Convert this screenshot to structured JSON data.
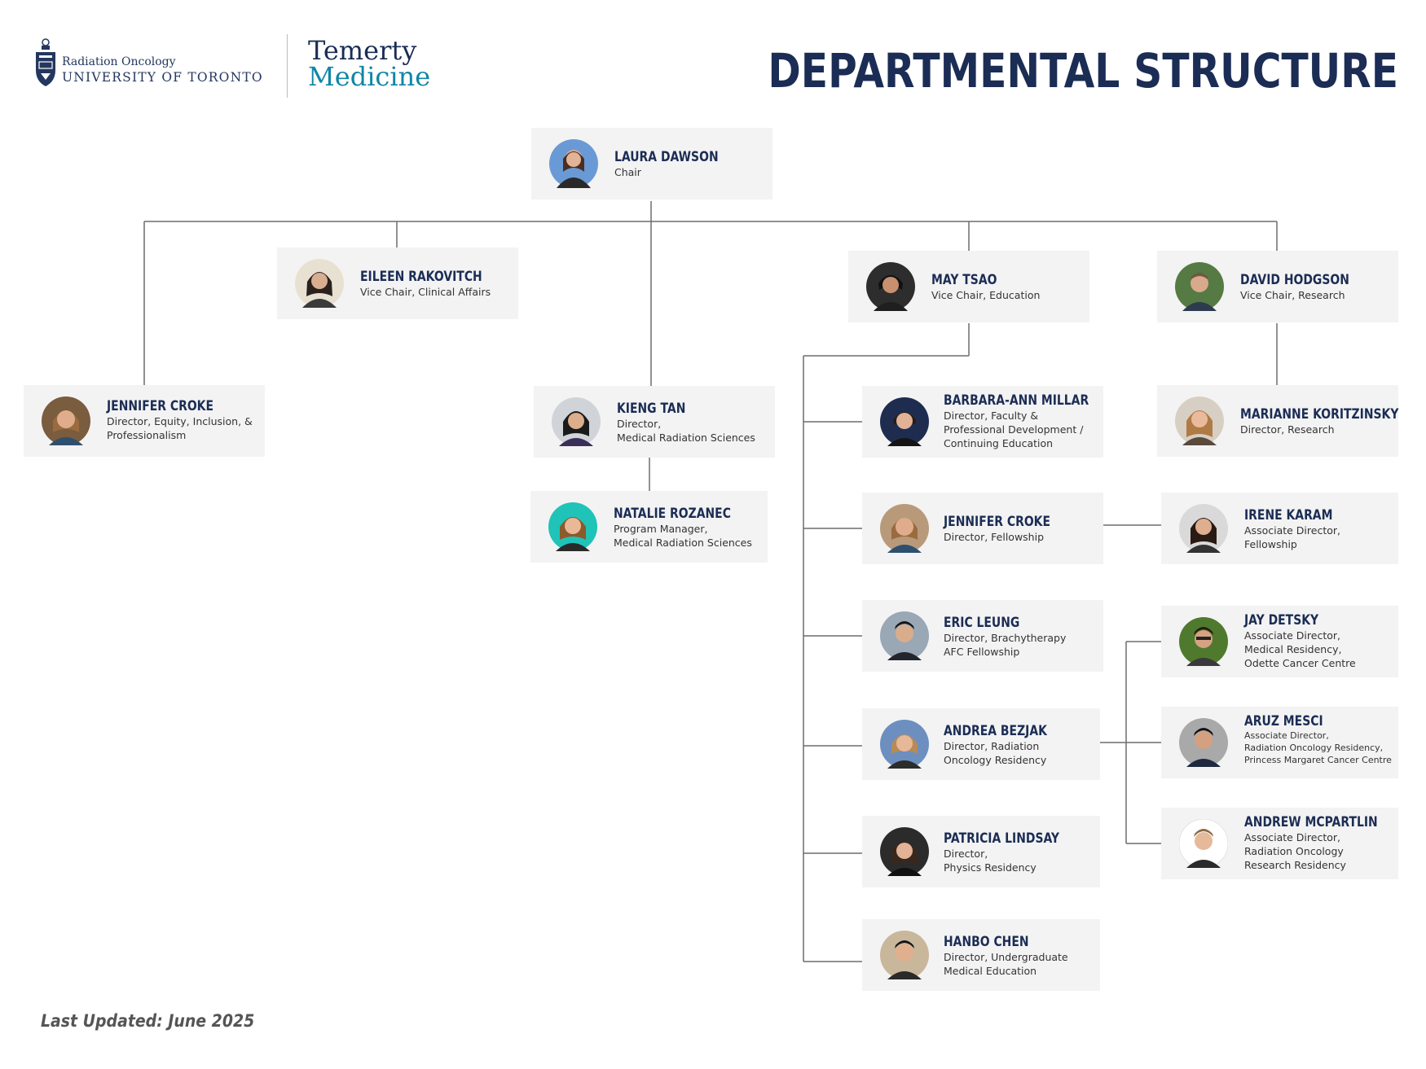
{
  "header": {
    "uoft_line1": "Radiation Oncology",
    "uoft_line2": "UNIVERSITY OF TORONTO",
    "temerty_line1": "Temerty",
    "temerty_line2": "Medicine",
    "title": "DEPARTMENTAL STRUCTURE"
  },
  "colors": {
    "navy": "#1b2d55",
    "teal": "#0f86a6",
    "card_bg": "#f3f3f3",
    "line": "#6d6d6d"
  },
  "people": {
    "chair": {
      "name": "LAURA DAWSON",
      "role": "Chair"
    },
    "clinical": {
      "name": "EILEEN RAKOVITCH",
      "role": "Vice Chair, Clinical Affairs"
    },
    "education": {
      "name": "MAY TSAO",
      "role": "Vice Chair, Education"
    },
    "research": {
      "name": "DAVID HODGSON",
      "role": "Vice Chair, Research"
    },
    "equity": {
      "name": "JENNIFER CROKE",
      "role": "Director, Equity, Inclusion, &\nProfessionalism"
    },
    "mrs": {
      "name": "KIENG TAN",
      "role": "Director,\nMedical Radiation Sciences"
    },
    "mrs_pm": {
      "name": "NATALIE ROZANEC",
      "role": "Program Manager,\nMedical Radiation Sciences"
    },
    "faculty_dev": {
      "name": "BARBARA-ANN MILLAR",
      "role": "Director, Faculty &\nProfessional Development /\nContinuing Education"
    },
    "fellowship": {
      "name": "JENNIFER CROKE",
      "role": "Director, Fellowship"
    },
    "brachy": {
      "name": "ERIC LEUNG",
      "role": "Director, Brachytherapy\nAFC Fellowship"
    },
    "ro_residency": {
      "name": "ANDREA BEZJAK",
      "role": "Director, Radiation\nOncology Residency"
    },
    "physics": {
      "name": "PATRICIA LINDSAY",
      "role": "Director,\nPhysics Residency"
    },
    "ugme": {
      "name": "HANBO CHEN",
      "role": "Director, Undergraduate\nMedical Education"
    },
    "research_dir": {
      "name": "MARIANNE KORITZINSKY",
      "role": "Director, Research"
    },
    "fellow_assoc": {
      "name": "IRENE KARAM",
      "role": "Associate Director,\nFellowship"
    },
    "med_res_assoc": {
      "name": "JAY DETSKY",
      "role": "Associate Director,\nMedical Residency,\nOdette Cancer Centre"
    },
    "ro_res_assoc": {
      "name": "ARUZ MESCI",
      "role": "Associate Director,\nRadiation Oncology Residency,\nPrincess Margaret Cancer Centre"
    },
    "research_res_assoc": {
      "name": "ANDREW MCPARTLIN",
      "role": "Associate Director,\nRadiation Oncology\nResearch Residency"
    }
  },
  "footer": {
    "updated": "Last Updated: June 2025"
  }
}
